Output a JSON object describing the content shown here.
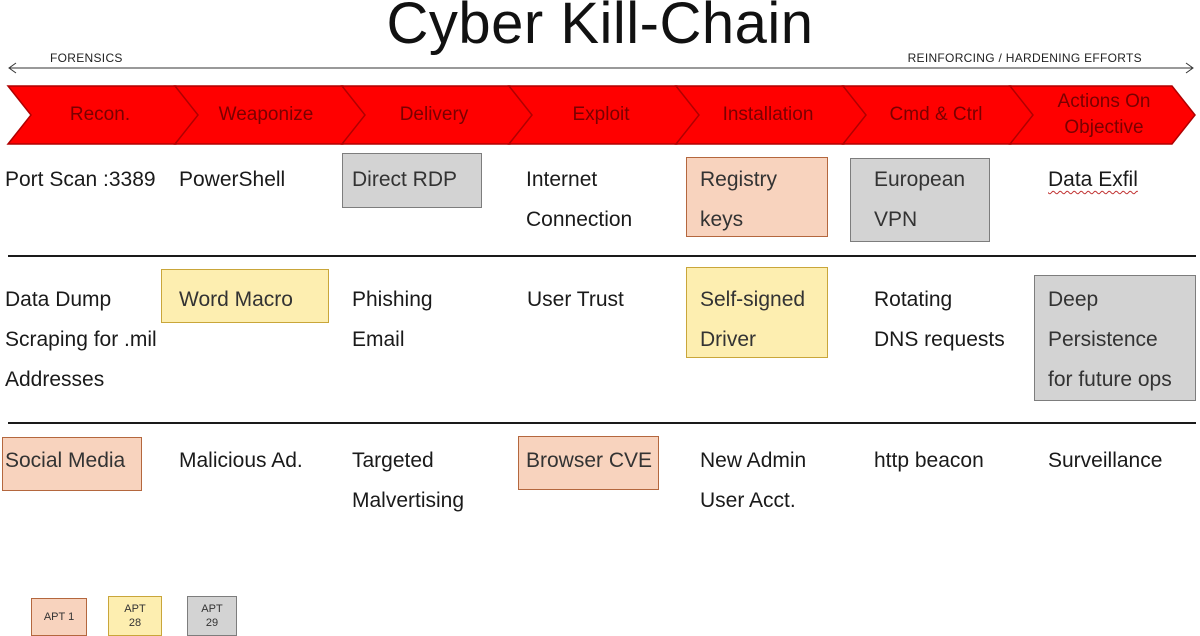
{
  "title": "Cyber Kill-Chain",
  "direction": {
    "left_label": "FORENSICS",
    "right_label": "REINFORCING / HARDENING EFFORTS"
  },
  "stages": [
    {
      "label": "Recon."
    },
    {
      "label": "Weaponize"
    },
    {
      "label": "Delivery"
    },
    {
      "label": "Exploit"
    },
    {
      "label": "Installation"
    },
    {
      "label": "Cmd & Ctrl"
    },
    {
      "label": "Actions On Objective",
      "lines": [
        "Actions On",
        "Objective"
      ]
    }
  ],
  "rows": [
    [
      {
        "lines": [
          "Port Scan :3389"
        ],
        "group": "none"
      },
      {
        "lines": [
          "PowerShell"
        ],
        "group": "none"
      },
      {
        "lines": [
          "Direct RDP"
        ],
        "group": "APT 29"
      },
      {
        "lines": [
          "Internet",
          "Connection"
        ],
        "group": "none"
      },
      {
        "lines": [
          "Registry",
          "keys"
        ],
        "group": "APT 1"
      },
      {
        "lines": [
          "European",
          "VPN"
        ],
        "group": "APT 29"
      },
      {
        "lines": [
          "Data Exfil"
        ],
        "group": "none"
      }
    ],
    [
      {
        "lines": [
          "Data Dump",
          "Scraping for .mil",
          "Addresses"
        ],
        "group": "none"
      },
      {
        "lines": [
          "Word Macro"
        ],
        "group": "APT 28"
      },
      {
        "lines": [
          "Phishing",
          "Email"
        ],
        "group": "none"
      },
      {
        "lines": [
          "User Trust"
        ],
        "group": "none"
      },
      {
        "lines": [
          "Self-signed",
          "Driver"
        ],
        "group": "APT 28"
      },
      {
        "lines": [
          "Rotating",
          "DNS requests"
        ],
        "group": "none"
      },
      {
        "lines": [
          "Deep",
          "Persistence",
          "for future ops"
        ],
        "group": "APT 29"
      }
    ],
    [
      {
        "lines": [
          "Social Media"
        ],
        "group": "APT 1"
      },
      {
        "lines": [
          "Malicious Ad."
        ],
        "group": "none"
      },
      {
        "lines": [
          "Targeted",
          "Malvertising"
        ],
        "group": "none"
      },
      {
        "lines": [
          "Browser CVE"
        ],
        "group": "APT 1"
      },
      {
        "lines": [
          "New Admin",
          "User Acct."
        ],
        "group": "none"
      },
      {
        "lines": [
          "http beacon"
        ],
        "group": "none"
      },
      {
        "lines": [
          "Surveillance"
        ],
        "group": "none"
      }
    ]
  ],
  "legend": [
    {
      "lines": [
        "APT 1"
      ],
      "color": "#f8d3be",
      "border": "#b4673e"
    },
    {
      "lines": [
        "APT",
        "28"
      ],
      "color": "#fdeeb0",
      "border": "#c9a63a"
    },
    {
      "lines": [
        "APT",
        "29"
      ],
      "color": "#d3d3d3",
      "border": "#7d7d7d"
    }
  ],
  "colors": {
    "chevron_fill": "#ff0000",
    "chevron_text": "#7a0000",
    "apt1": "#f8d3be",
    "apt28": "#fdeeb0",
    "apt29": "#d3d3d3"
  }
}
